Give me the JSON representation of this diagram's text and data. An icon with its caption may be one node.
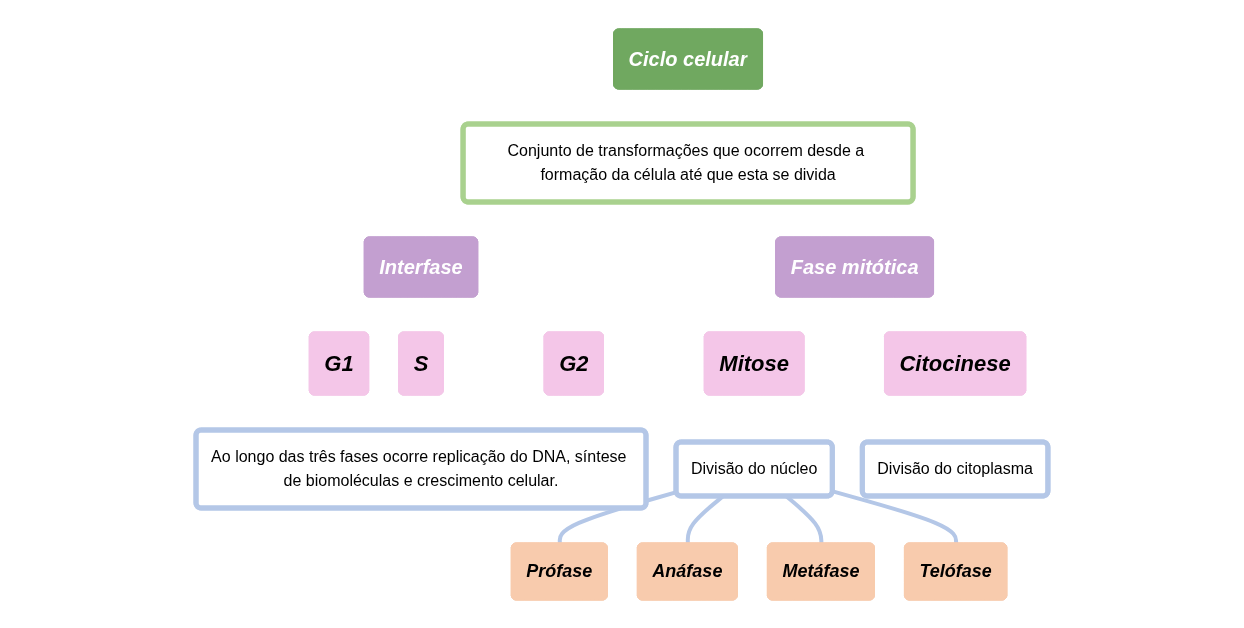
{
  "diagram": {
    "nodes": [
      {
        "text": [
          "Ciclo celular"
        ]
      },
      {
        "text": [
          "Conjunto de transformações que ocorrem desde a formação da célula até que esta se divida"
        ]
      },
      {
        "text": [
          "Interfase"
        ]
      },
      {
        "text": [
          "Fase mitótica"
        ]
      },
      {
        "text": [
          "G1"
        ]
      },
      {
        "text": [
          "S"
        ]
      },
      {
        "text": [
          "G2"
        ]
      },
      {
        "text": [
          "Mitose"
        ]
      },
      {
        "text": [
          "Citocinese"
        ]
      },
      {
        "text": [
          "Ao longo das três fases ocorre replicação do DNA, síntese de biomoléculas e crescimento celular."
        ]
      },
      {
        "text": [
          "Divisão do núcleo"
        ]
      },
      {
        "text": [
          "Divisão do citoplasma"
        ]
      },
      {
        "text": [
          "Prófase"
        ]
      },
      {
        "text": [
          "Anáfase"
        ]
      },
      {
        "text": [
          "Metáfase"
        ]
      },
      {
        "text": [
          "Telófase"
        ]
      }
    ],
    "edges": [
      {
        "from": 10,
        "to": 12,
        "arrow": "none"
      },
      {
        "from": 10,
        "to": 13,
        "arrow": "none"
      },
      {
        "from": 10,
        "to": 14,
        "arrow": "none"
      },
      {
        "from": 10,
        "to": 15,
        "arrow": "none"
      }
    ]
  }
}
